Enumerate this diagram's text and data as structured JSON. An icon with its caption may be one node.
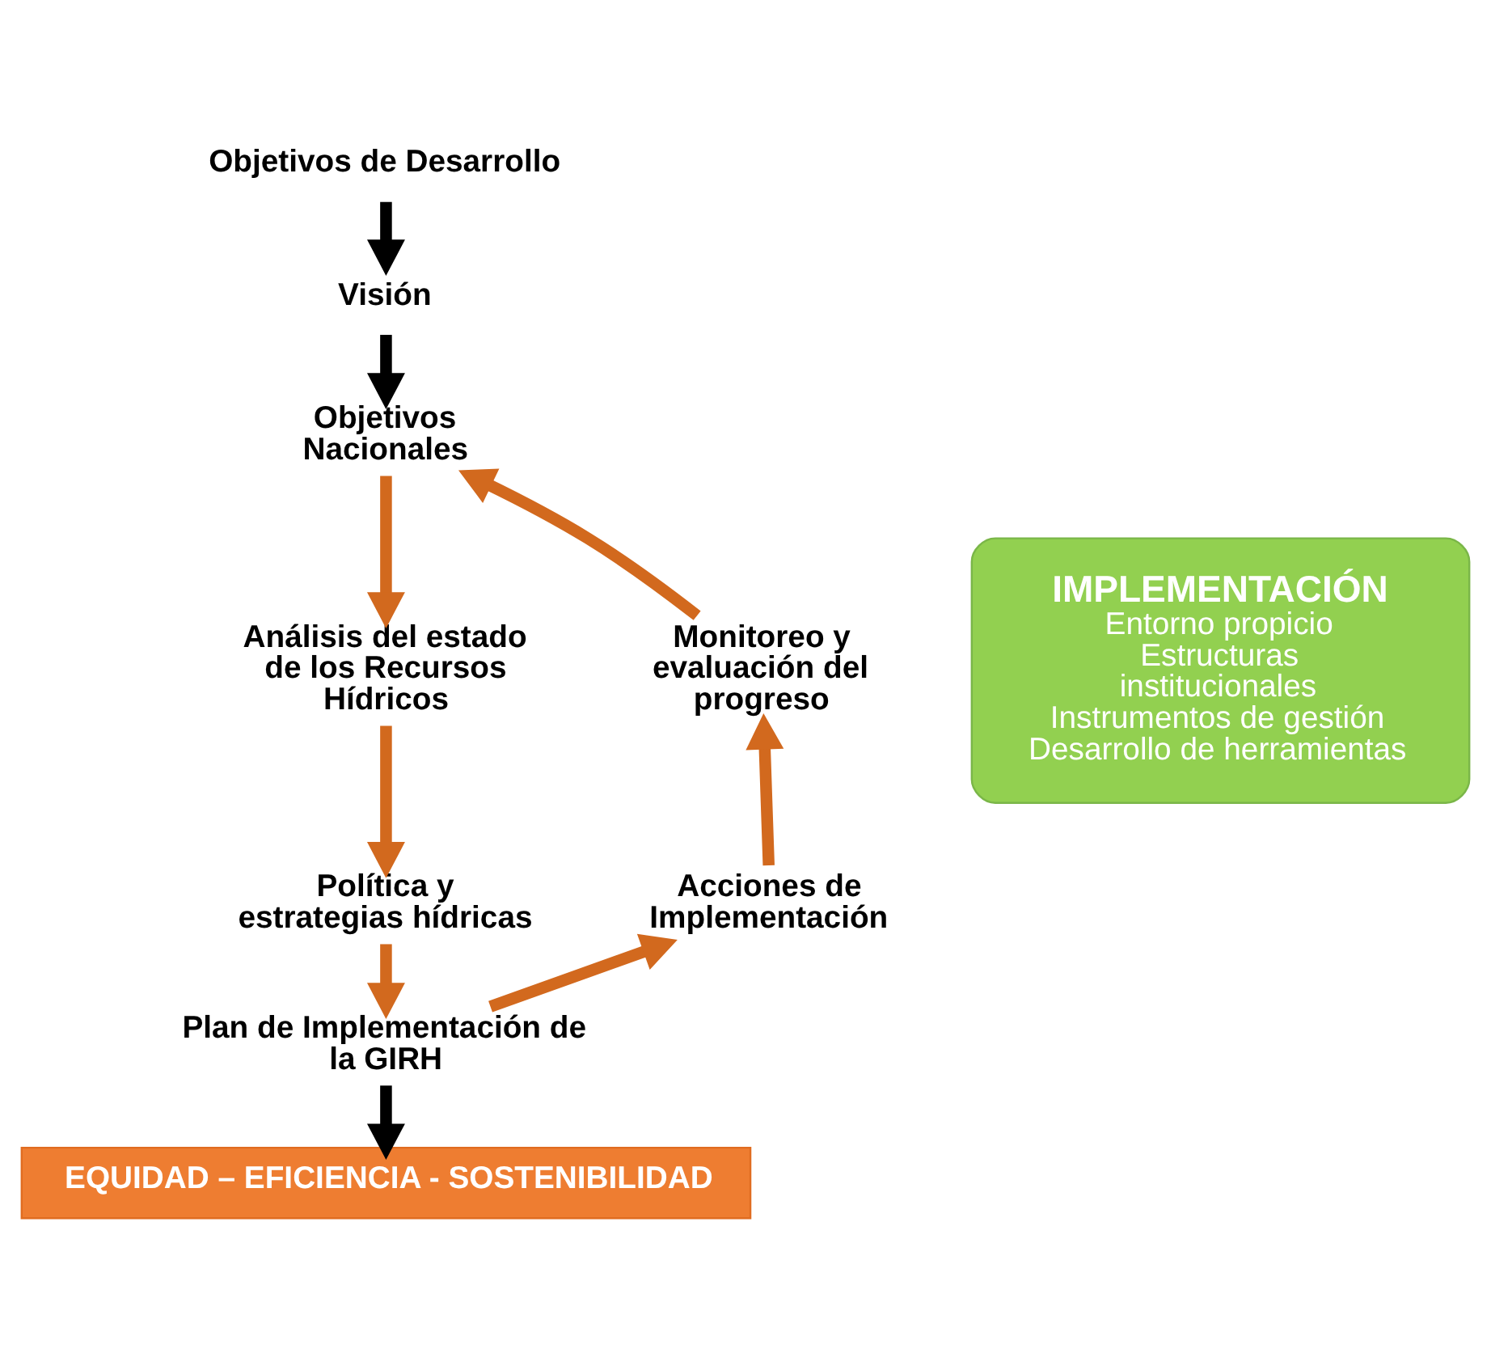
{
  "diagram": {
    "nodes": [
      {
        "text": [
          "Objetivos de Desarrollo"
        ]
      },
      {
        "text": [
          "Visión"
        ]
      },
      {
        "text": [
          "Objetivos Nacionales"
        ]
      },
      {
        "text": [
          "Análisis del estado de los Recursos Hídricos"
        ]
      },
      {
        "text": [
          "Política y estrategias hídricas"
        ]
      },
      {
        "text": [
          "Plan de Implementación de la GIRH"
        ]
      },
      {
        "text": [
          "Acciones de Implementación"
        ]
      },
      {
        "text": [
          "Monitoreo y evaluación del progreso"
        ]
      },
      {
        "text": [
          "IMPLEMENTACIÓN",
          "Entorno propicio Estructuras institucionales Instrumentos de gestión Desarrollo de herramientas"
        ]
      },
      {
        "text": [
          "EQUIDAD – EFICIENCIA - SOSTENIBILIDAD"
        ]
      }
    ],
    "edges": [
      {
        "from": 0,
        "to": 1,
        "arrow": "to",
        "color": "#000000"
      },
      {
        "from": 1,
        "to": 2,
        "arrow": "to",
        "color": "#000000"
      },
      {
        "from": 2,
        "to": 3,
        "arrow": "to"
      },
      {
        "from": 3,
        "to": 4,
        "arrow": "to"
      },
      {
        "from": 4,
        "to": 5,
        "arrow": "to"
      },
      {
        "from": 5,
        "to": 6,
        "arrow": "to"
      },
      {
        "from": 6,
        "to": 7,
        "arrow": "to"
      },
      {
        "from": 7,
        "to": 2,
        "arrow": "to"
      },
      {
        "from": 5,
        "to": 9,
        "arrow": "to",
        "color": "#000000"
      }
    ]
  }
}
